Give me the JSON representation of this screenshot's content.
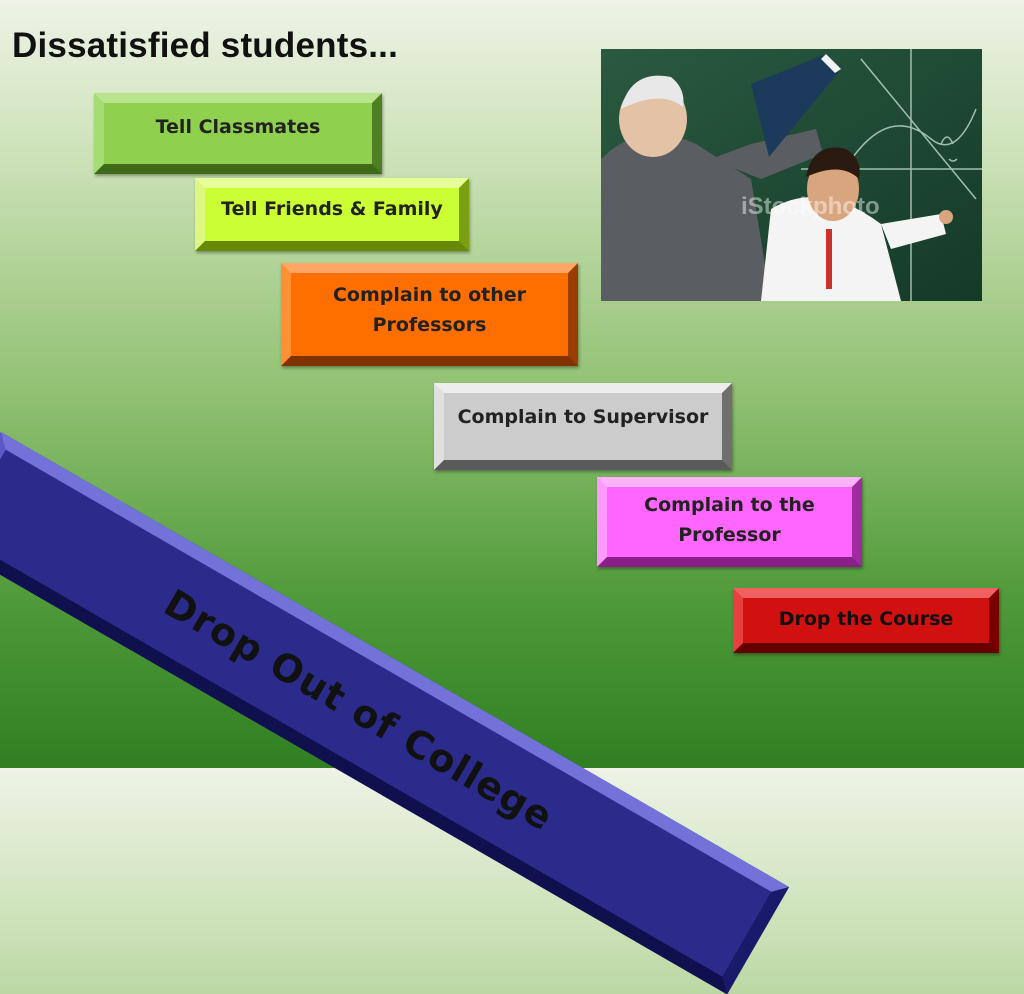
{
  "title": "Dissatisfied students...",
  "steps": [
    {
      "label": "Tell Classmates",
      "color": "#8fd14e"
    },
    {
      "label": "Tell Friends & Family",
      "color": "#ccff33"
    },
    {
      "label": "Complain to other Professors",
      "color": "#ff6f00"
    },
    {
      "label": "Complain to Supervisor",
      "color": "#cccccc"
    },
    {
      "label": "Complain to the Professor",
      "color": "#ff66ff"
    },
    {
      "label": "Drop the Course",
      "color": "#d11010"
    }
  ],
  "ramp": {
    "label": "Drop Out of College",
    "color": "#2b2b8c"
  },
  "photo": {
    "watermark": "iStockphoto"
  }
}
